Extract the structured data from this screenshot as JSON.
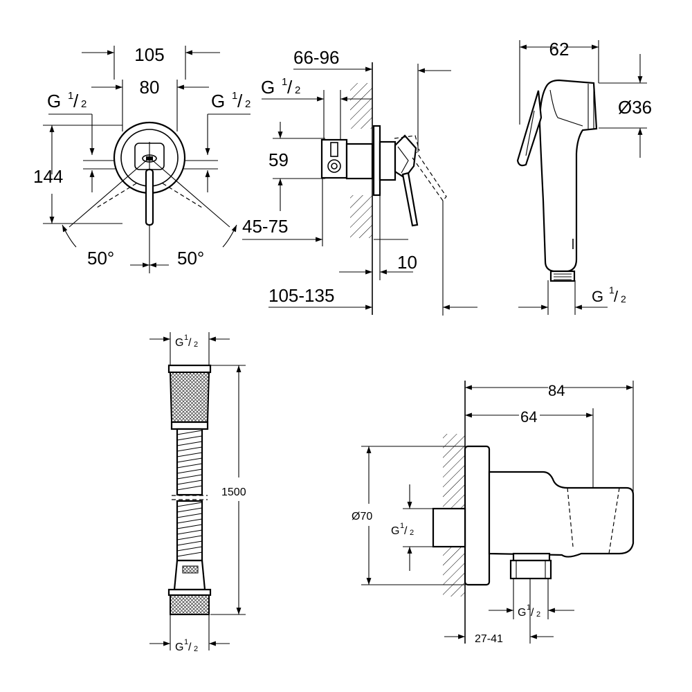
{
  "dims": {
    "d105": "105",
    "d80": "80",
    "d144": "144",
    "d50_left": "50°",
    "d50_right": "50°",
    "d66_96": "66-96",
    "d59": "59",
    "d45_75": "45-75",
    "d10": "10",
    "d105_135": "105-135",
    "d62": "62",
    "d36": "Ø36",
    "d1500": "1500",
    "d84": "84",
    "d64": "64",
    "d70": "Ø70",
    "d27_41": "27-41"
  },
  "thread": {
    "g": "G",
    "num": "1",
    "den": "2",
    "slash": "/"
  }
}
